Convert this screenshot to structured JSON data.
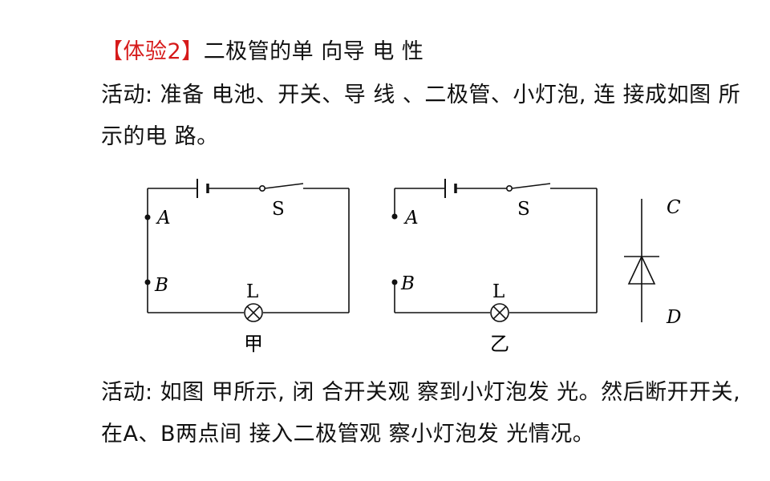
{
  "heading": {
    "tag": "【体验2】",
    "title": "二极管的单 向导 电 性"
  },
  "paragraph1": {
    "line1": "活动: 准备 电池、开关、导 线 、二极管、小灯泡, 连 接成如图 所",
    "line2": "示的电 路。"
  },
  "circuit_a": {
    "switch_label": "S",
    "point_a": "A",
    "point_b": "B",
    "lamp_label": "L",
    "caption": "甲"
  },
  "circuit_b": {
    "switch_label": "S",
    "point_a": "A",
    "point_b": "B",
    "lamp_label": "L",
    "caption": "乙"
  },
  "diode": {
    "top_label": "C",
    "bottom_label": "D"
  },
  "paragraph2": {
    "line1": "活动: 如图 甲所示, 闭 合开关观 察到小灯泡发 光。然后断开开关,",
    "line2": "在A、B两点间 接入二极管观 察小灯泡发 光情况。"
  }
}
